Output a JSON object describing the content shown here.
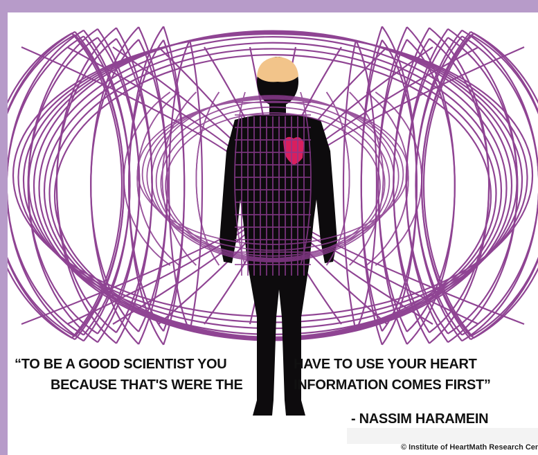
{
  "header": {
    "partial_text_prefix": "",
    "partial_text_highlight": ""
  },
  "quote": {
    "left_line1": "“TO BE A GOOD SCIENTIST YOU",
    "left_line2": "BECAUSE THAT'S WERE THE",
    "right_line1": "HAVE TO USE YOUR HEART",
    "right_line2": "INFORMATION COMES FIRST”",
    "attribution": "- NASSIM HARAMEIN"
  },
  "credit": {
    "text": "© Institute of HeartMath Research Cente"
  },
  "colors": {
    "frame": "#b79bc9",
    "mesh": "#8a3a8e",
    "figure": "#0d0b0d",
    "brain": "#f2c48a",
    "heart": "#d81f5e",
    "text": "#111111"
  },
  "icons": {
    "brain": "brain-icon",
    "heart": "heart-icon",
    "figure": "human-silhouette"
  }
}
